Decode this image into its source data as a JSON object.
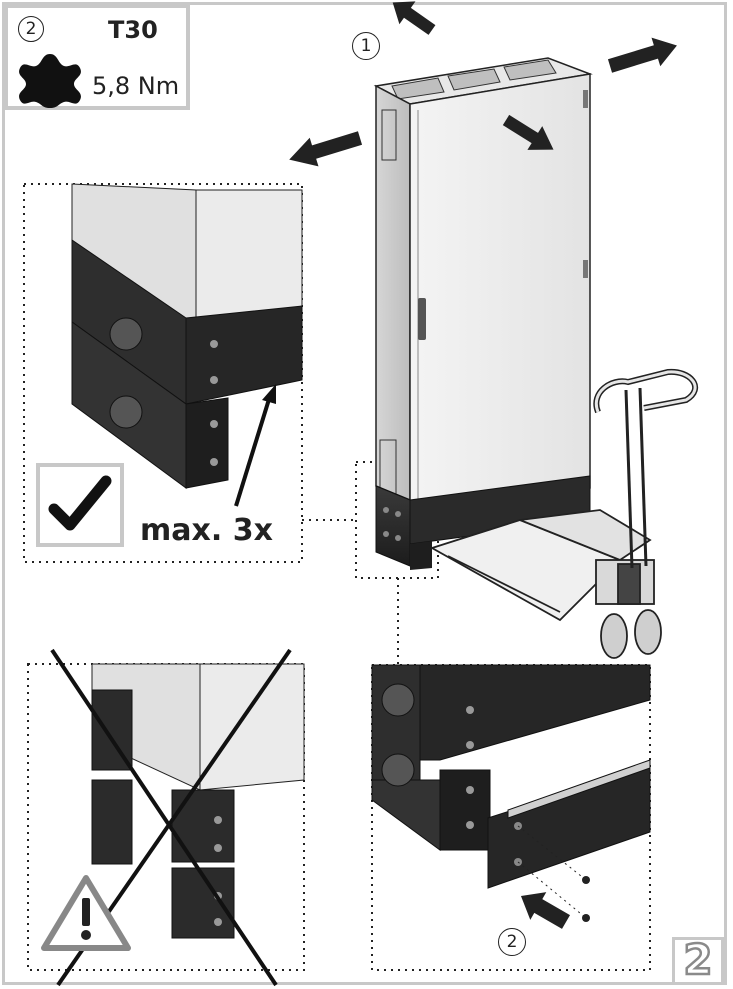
{
  "tool_box": {
    "step_number": "2",
    "tool": "T30",
    "torque": "5,8 Nm"
  },
  "main_illustration": {
    "step_number": "1"
  },
  "detail_ok": {
    "label": "max. 3x"
  },
  "detail_mount": {
    "step_number": "2"
  },
  "page_step": "2"
}
